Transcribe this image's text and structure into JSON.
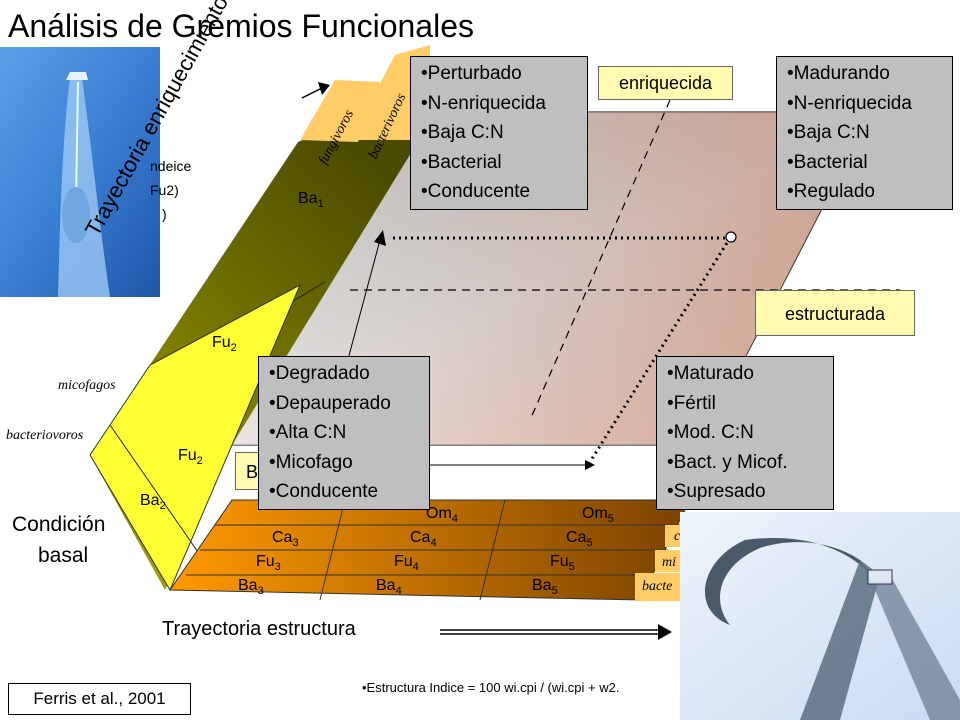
{
  "title": "Análisis de Gremios Funcionales",
  "axis": {
    "enrichment": "Trayectoria enriquecimiento",
    "structure": "Trayectoria estructura",
    "basal_line1": "Condición",
    "basal_line2": "basal"
  },
  "regions": {
    "enriched": "enriquecida",
    "structured": "estructurada",
    "b_partial": "B"
  },
  "guilds": {
    "fungivores": "fungivoros",
    "bacterivores_top": "bacterivoros",
    "mycophages": "micofagos",
    "bacterivores_left": "bacteriovoros",
    "right_mico": "mi",
    "right_bact": "bacte",
    "right_c": "c"
  },
  "cells": {
    "ba1": [
      "Ba",
      "1"
    ],
    "fu2_top": [
      "Fu",
      "2"
    ],
    "fu2_low": [
      "Fu",
      "2"
    ],
    "ba2": [
      "Ba",
      "2"
    ],
    "om4": [
      "Om",
      "4"
    ],
    "om5": [
      "Om",
      "5"
    ],
    "ca3": [
      "Ca",
      "3"
    ],
    "ca4": [
      "Ca",
      "4"
    ],
    "ca5": [
      "Ca",
      "5"
    ],
    "fu3": [
      "Fu",
      "3"
    ],
    "fu4": [
      "Fu",
      "4"
    ],
    "fu5": [
      "Fu",
      "5"
    ],
    "ba3": [
      "Ba",
      "3"
    ],
    "ba4": [
      "Ba",
      "4"
    ],
    "ba5": [
      "Ba",
      "5"
    ]
  },
  "quadrants": {
    "top_left": [
      "Perturbado",
      "N-enriquecida",
      "Baja C:N",
      "Bacterial",
      "Conducente"
    ],
    "top_right": [
      "Madurando",
      "N-enriquecida",
      "Baja C:N",
      "Bacterial",
      "Regulado"
    ],
    "bottom_left": [
      "Degradado",
      "Depauperado",
      "Alta C:N",
      "Micofago",
      "Conducente"
    ],
    "bottom_right": [
      "Maturado",
      "Fértil",
      "Mod. C:N",
      "Bact. y Micof.",
      "Supresado"
    ]
  },
  "partial_text": {
    "line1": "ndeice",
    "line2": "Fu2)",
    "line3": ")"
  },
  "citation": "Ferris et al., 2001",
  "formula": "•Estructura Indice = 100 wi.cpi / (wi.cpi + w2.",
  "colors": {
    "yellow": "#ffff33",
    "olive": "#7a7a00",
    "orange": "#ff9900",
    "brown": "#8b4a00",
    "box_gray": "#bfbfbf",
    "label_yellow": "#fffbb0"
  }
}
